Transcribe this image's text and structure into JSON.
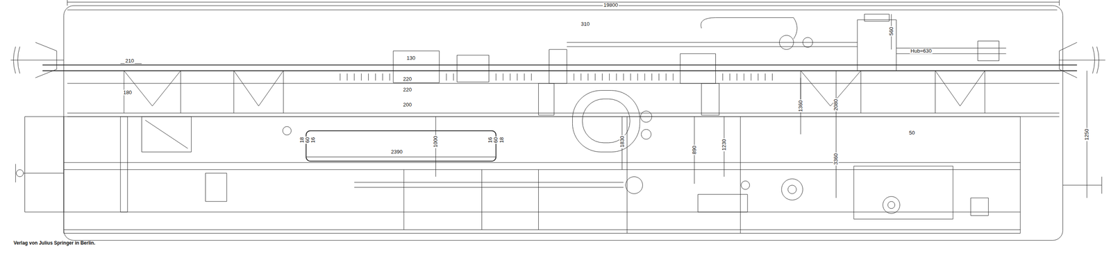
{
  "diagram": {
    "labels": [
      "19800",
      "310",
      "130",
      "220",
      "220",
      "200",
      "210",
      "180",
      "2390",
      "1000",
      "18",
      "60",
      "16",
      "16",
      "60",
      "18",
      "1830",
      "890",
      "1230",
      "1360",
      "2080",
      "3360",
      "1250",
      "Hub=630",
      "560",
      "50",
      "Verlag von Julius Springer in Berlin."
    ]
  }
}
